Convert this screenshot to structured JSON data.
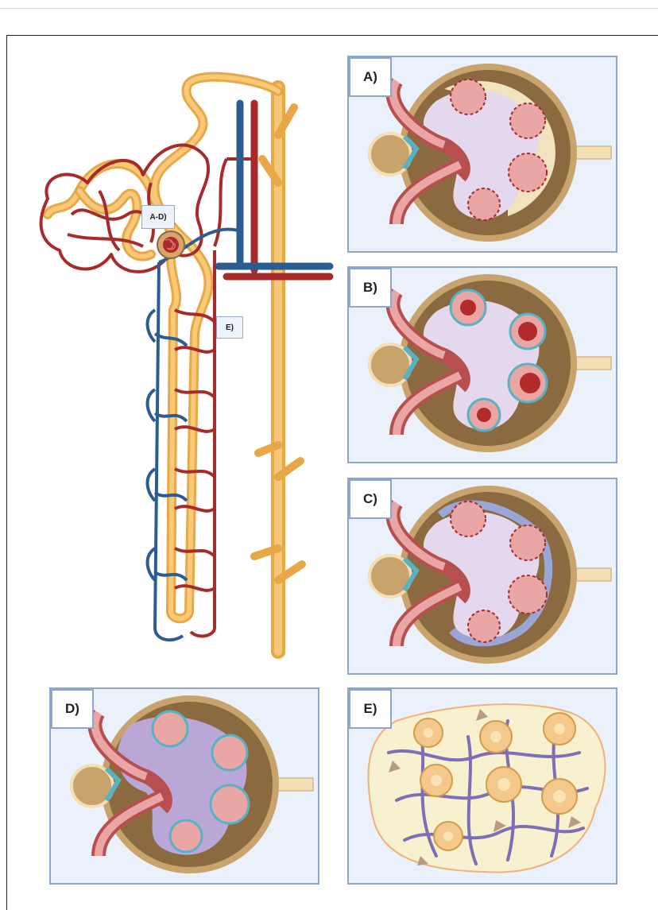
{
  "tags": {
    "glomerulus": "A-D)",
    "interstitium": "E)"
  },
  "panels": [
    {
      "id": "a",
      "label": "A)"
    },
    {
      "id": "b",
      "label": "B)"
    },
    {
      "id": "c",
      "label": "C)"
    },
    {
      "id": "d",
      "label": "D)"
    },
    {
      "id": "e",
      "label": "E)"
    }
  ],
  "colors": {
    "artery": "#a72b2b",
    "vein": "#2c5d92",
    "tubule": "#f0b955",
    "panel_bg": "#eaf1fb",
    "panel_border": "#8ea6cf",
    "capsule": "#8c6a3f",
    "capillary": "#eaa5a5",
    "mesangium": "#e4d8ef",
    "podocyte": "#57b3c4"
  }
}
